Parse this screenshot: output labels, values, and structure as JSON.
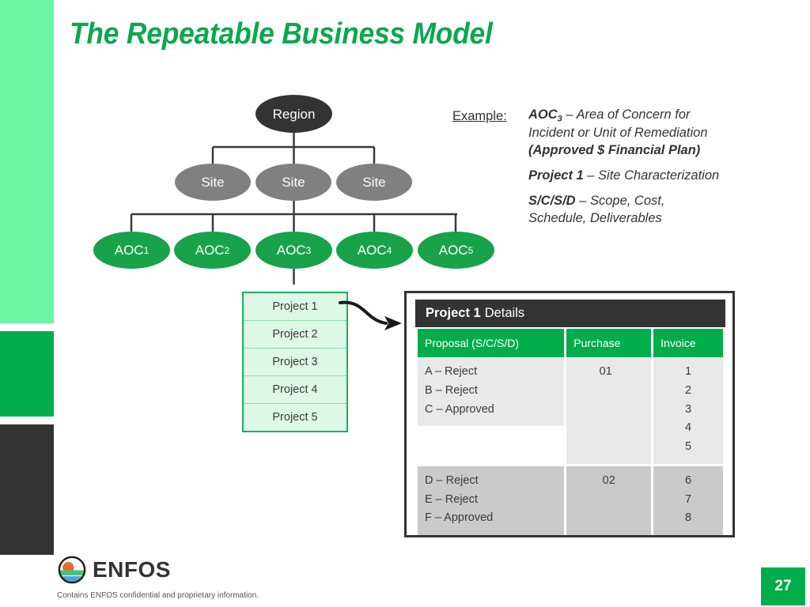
{
  "slide": {
    "title": "The Repeatable Business Model",
    "page_number": "27",
    "accent_green": "#00ad4b",
    "light_green": "#6cf5a4",
    "dark": "#333333"
  },
  "tree": {
    "region": {
      "label": "Region"
    },
    "sites": [
      {
        "label": "Site"
      },
      {
        "label": "Site"
      },
      {
        "label": "Site"
      }
    ],
    "aocs": [
      {
        "label": "AOC",
        "sub": "1"
      },
      {
        "label": "AOC",
        "sub": "2"
      },
      {
        "label": "AOC",
        "sub": "3"
      },
      {
        "label": "AOC",
        "sub": "4"
      },
      {
        "label": "AOC",
        "sub": "5"
      }
    ]
  },
  "example": {
    "label": "Example:",
    "line1_bold": "AOC",
    "line1_sub": "3",
    "line1_rest": " – Area of Concern for",
    "line2": "Incident or Unit of Remediation",
    "line3_bold": "(Approved $ Financial Plan)",
    "line4_bold": "Project 1",
    "line4_rest": " – Site Characterization",
    "line5_bold": "S/C/S/D",
    "line5_rest": " – Scope, Cost,",
    "line6": "Schedule, Deliverables"
  },
  "projects": [
    "Project 1",
    "Project 2",
    "Project 3",
    "Project 4",
    "Project 5"
  ],
  "details": {
    "title_bold": "Project 1",
    "title_rest": "Details",
    "columns": [
      "Proposal (S/C/S/D)",
      "Purchase",
      "Invoice"
    ],
    "rows": [
      {
        "proposal": "A – Reject\nB – Reject\nC – Approved",
        "purchase": "01",
        "invoice": "1\n2\n3\n4\n5"
      },
      {
        "proposal": "D – Reject\nE – Reject\nF – Approved",
        "purchase": "02",
        "invoice": "6\n7\n8"
      }
    ]
  },
  "footer": {
    "logo_text": "ENFOS",
    "confidential": "Contains ENFOS confidential and proprietary information."
  }
}
